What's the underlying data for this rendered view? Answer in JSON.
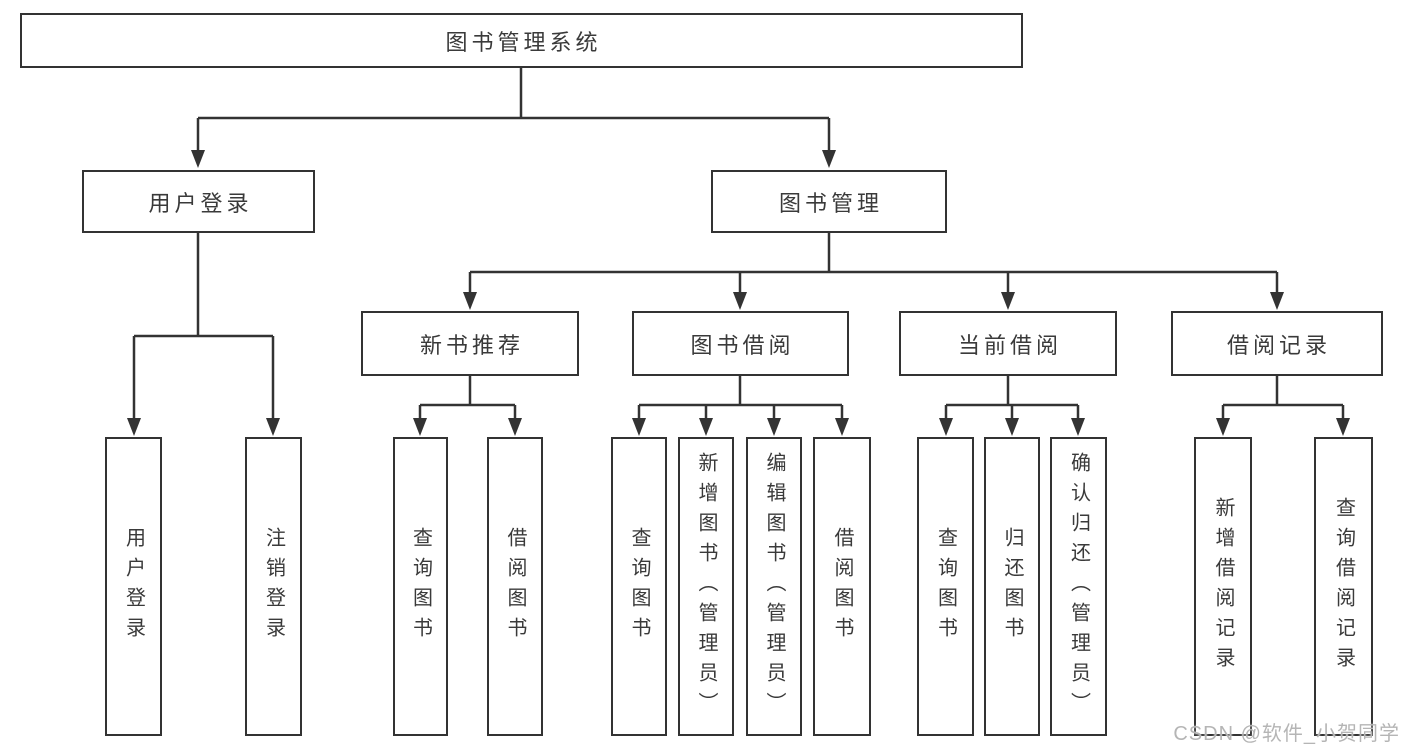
{
  "diagram": {
    "root": "图书管理系统",
    "branches": [
      {
        "label": "用户登录",
        "children": [
          "用户登录",
          "注销登录"
        ]
      },
      {
        "label": "图书管理",
        "children": [
          {
            "label": "新书推荐",
            "children": [
              "查询图书",
              "借阅图书"
            ]
          },
          {
            "label": "图书借阅",
            "children": [
              "查询图书",
              "新增图书（管理员）",
              "编辑图书（管理员）",
              "借阅图书"
            ]
          },
          {
            "label": "当前借阅",
            "children": [
              "查询图书",
              "归还图书",
              "确认归还（管理员）"
            ]
          },
          {
            "label": "借阅记录",
            "children": [
              "新增借阅记录",
              "查询借阅记录"
            ]
          }
        ]
      }
    ]
  },
  "watermark": "CSDN @软件_小贺同学",
  "colors": {
    "line": "#333333",
    "text": "#3a3a3a",
    "watermark": "#b5b5b5",
    "background": "#ffffff"
  }
}
